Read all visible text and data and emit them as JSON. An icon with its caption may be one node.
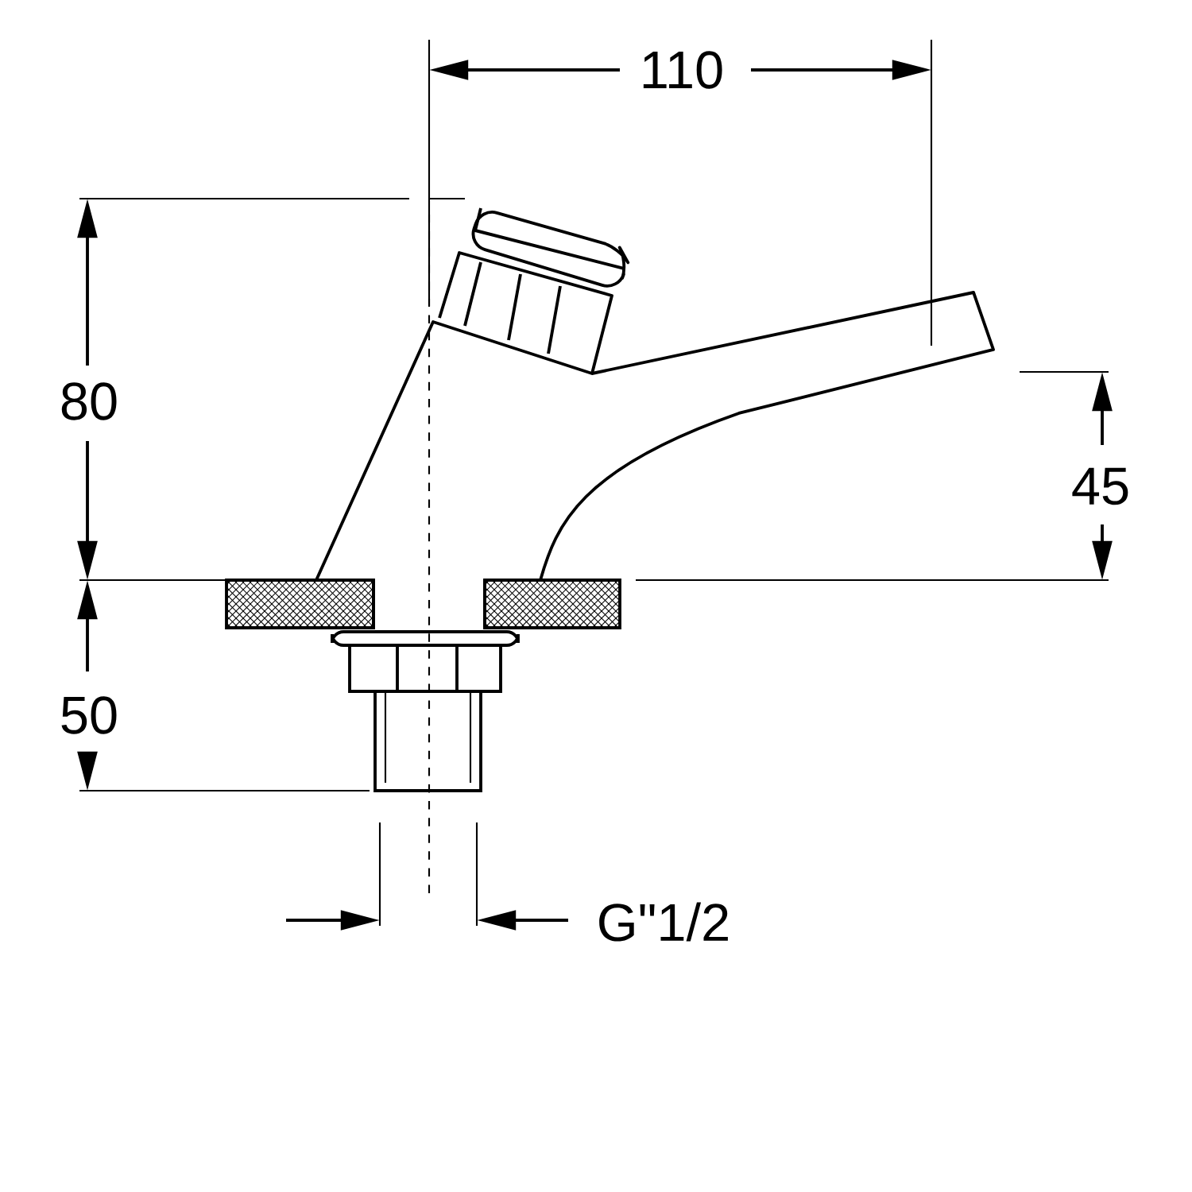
{
  "diagram": {
    "labels": [
      "110",
      "80",
      "45",
      "50",
      "G\"1/2"
    ]
  }
}
